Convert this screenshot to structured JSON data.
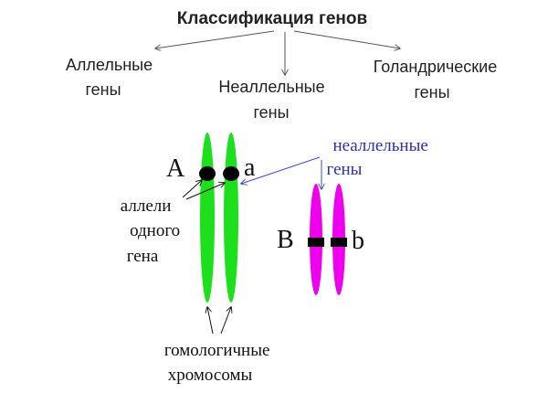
{
  "title": "Классификация генов",
  "categories": {
    "allelic": [
      "Аллельные",
      "гены"
    ],
    "nonallelic": [
      "Неаллельные",
      "гены"
    ],
    "holandric": [
      "Голандрические",
      "гены"
    ]
  },
  "letters": {
    "A": "A",
    "a": "a",
    "B": "B",
    "b": "b"
  },
  "labels": {
    "nonallelic_genes": [
      "неаллельные",
      "гены"
    ],
    "alleles_of_gene": [
      "аллели",
      "одного",
      "гена"
    ],
    "homologous_chromosomes": [
      "гомологичные",
      "хромосомы"
    ]
  },
  "colors": {
    "green_chromosome": "#1de01d",
    "magenta_chromosome": "#ee00ee",
    "locus_marker": "#000000",
    "blue_label": "#2f2fa8",
    "blue_arrow": "#3a4fc0",
    "dark_text": "#222222"
  }
}
